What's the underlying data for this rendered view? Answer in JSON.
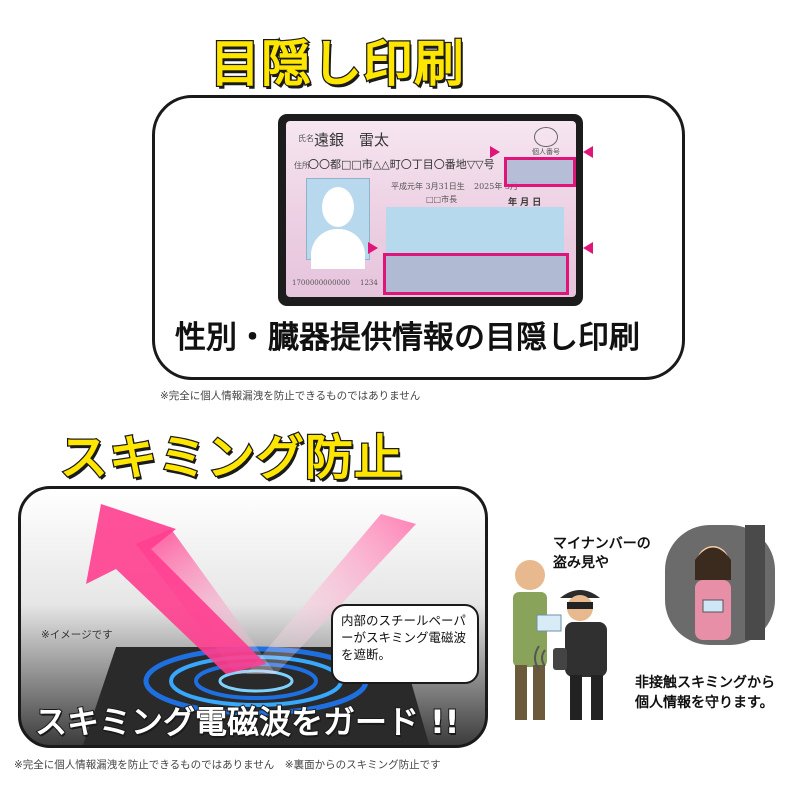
{
  "headings": {
    "mask_print": "目隠し印刷",
    "skimming_prevention": "スキミング防止"
  },
  "privacy_panel": {
    "card_name_label": "氏名",
    "card_name": "遠銀　雷太",
    "card_address_label": "住所",
    "card_address": "〇〇都□□市△△町〇丁目〇番地▽▽号",
    "card_birth": "平成元年 3月31日生",
    "card_expiry": "2025年 3月",
    "card_city": "□□市長",
    "card_seal": "個人番号",
    "card_date": "年 月 日",
    "card_number": "1700000000000",
    "card_sub": "1234",
    "caption": "性別・臓器提供情報の目隠し印刷"
  },
  "notes": {
    "top": "※完全に個人情報漏洩を防止できるものではありません",
    "bottom": "※完全に個人情報漏洩を防止できるものではありません　※裏面からのスキミング防止です"
  },
  "skim_panel": {
    "image_note": "※イメージです",
    "bubble_text": "内部のスチールペーパーがスキミング電磁波を遮断。",
    "guard_text": "スキミング電磁波をガード !!"
  },
  "scene": {
    "peek_label_line1": "マイナンバーの",
    "peek_label_line2": "盗み見や",
    "protect_label_line1": "非接触スキミングから",
    "protect_label_line2": "個人情報を守ります。"
  },
  "colors": {
    "heading_fill": "#ffe600",
    "mask_accent": "#e0157a",
    "arrow_pink": "#ff4f9a"
  }
}
